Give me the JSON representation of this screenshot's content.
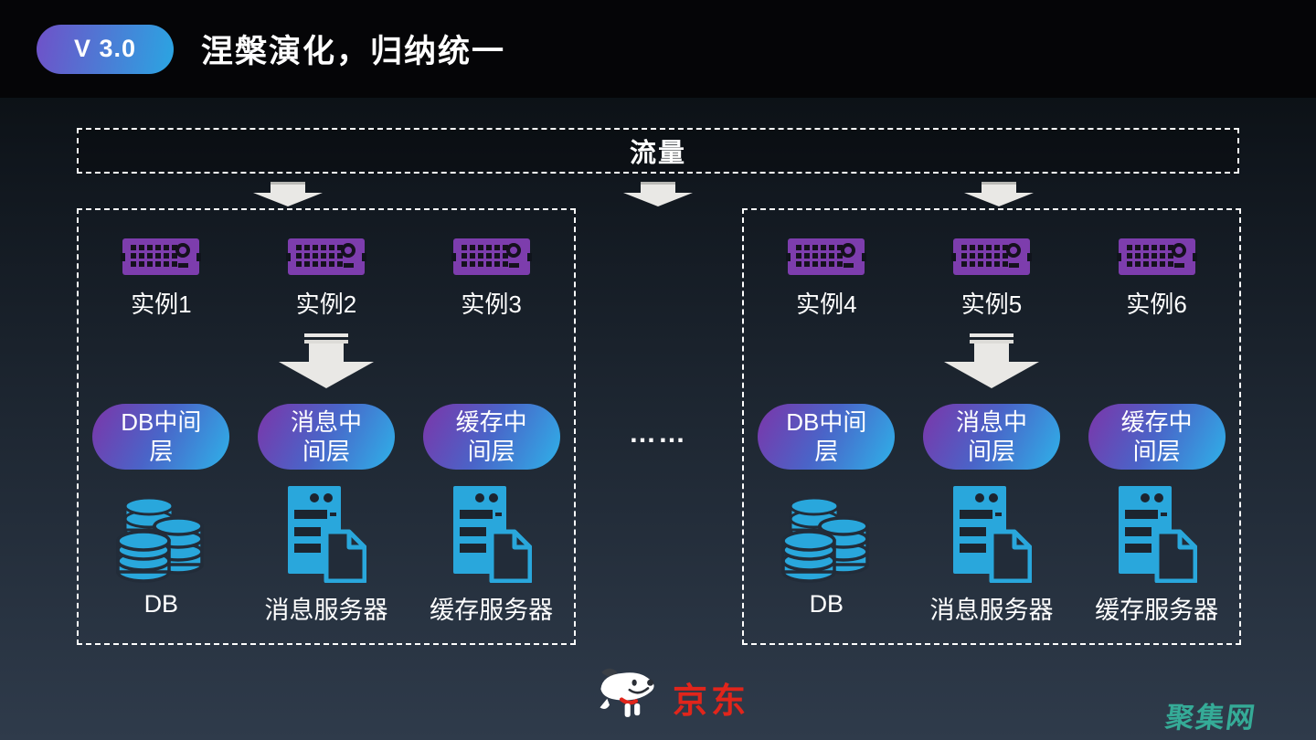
{
  "header": {
    "version_badge": "V 3.0",
    "title": "涅槃演化，归纳统一"
  },
  "diagram": {
    "traffic_label": "流量",
    "ellipsis": "……",
    "groups": [
      {
        "instances": [
          "实例1",
          "实例2",
          "实例3"
        ],
        "middlewares": [
          "DB中间\n层",
          "消息中\n间层",
          "缓存中\n间层"
        ],
        "servers": [
          "DB",
          "消息服务器",
          "缓存服务器"
        ]
      },
      {
        "instances": [
          "实例4",
          "实例5",
          "实例6"
        ],
        "middlewares": [
          "DB中间\n层",
          "消息中\n间层",
          "缓存中\n间层"
        ],
        "servers": [
          "DB",
          "消息服务器",
          "缓存服务器"
        ]
      }
    ]
  },
  "footer": {
    "logo_text": "京东",
    "watermark": "聚集网"
  },
  "colors": {
    "instance_purple": "#7d3dad",
    "icon_cyan": "#29a7dc",
    "pill_gradient_from": "#7c35a9",
    "pill_gradient_to": "#2eb2e9",
    "jd_red": "#e1251b",
    "watermark_teal": "#35ab97",
    "arrow_white": "#e9e8e5"
  }
}
